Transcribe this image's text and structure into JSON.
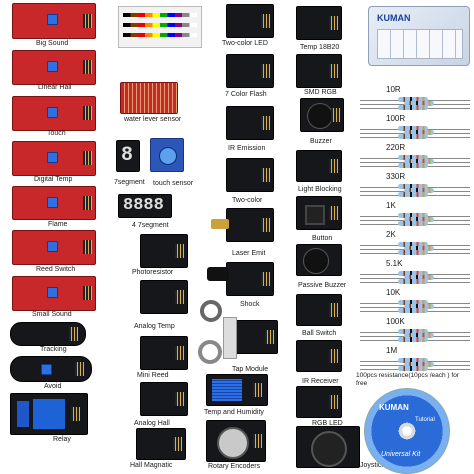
{
  "labels": {
    "big_sound": "Big Sound",
    "linear_hall": "Linear Hall",
    "touch": "Touch",
    "digital_temp": "Digital Temp",
    "flame": "Flame",
    "reed_switch": "Reed Switch",
    "small_sound": "Small Sound",
    "tracking": "Tracking",
    "avoid": "Avoid",
    "relay": "Relay",
    "water_level_sensor": "water lever sensor",
    "seven_segment": "7segment",
    "touch_sensor": "touch sensor",
    "four_seven_segment": "4 7segment",
    "photoresistor": "Photoresistor",
    "analog_temp": "Analog Temp",
    "mini_reed": "Mini Reed",
    "analog_hall": "Analog Hall",
    "hall_magnatic": "Hall Magnatic",
    "two_color_led": "Two-color LED",
    "seven_color_flash": "7 Color Flash",
    "ir_emission": "IR Emission",
    "two_color": "Two-color",
    "laser_emit": "Laser Emit",
    "shock": "Shock",
    "tap_module": "Tap Module",
    "temp_and_humidity": "Temp and Humidity",
    "rotary_encoders": "Rotary Encoders",
    "temp_18b20": "Temp 18B20",
    "smd_rgb": "SMD RGB",
    "buzzer": "Buzzer",
    "light_blocking": "Light Blocking",
    "button": "Button",
    "passive_buzzer": "Passive Buzzer",
    "ball_switch": "Ball Switch",
    "ir_receiver": "IR Receiver",
    "rgb_led": "RGB LED",
    "joystick": "Joystick"
  },
  "box_brand": "KUMAN",
  "resistors": [
    "10R",
    "100R",
    "220R",
    "330R",
    "1K",
    "2K",
    "5.1K",
    "10K",
    "100K",
    "1M"
  ],
  "resistor_note": "100pcs resistance(10pcs /each ) for free",
  "cd": {
    "brand": "KUMAN",
    "title": "Tutorial",
    "subtitle": "Universal Kit"
  },
  "colors": {
    "red_board": "#c8282a",
    "black_board": "#15171a",
    "blue_board": "#2c56b8"
  }
}
